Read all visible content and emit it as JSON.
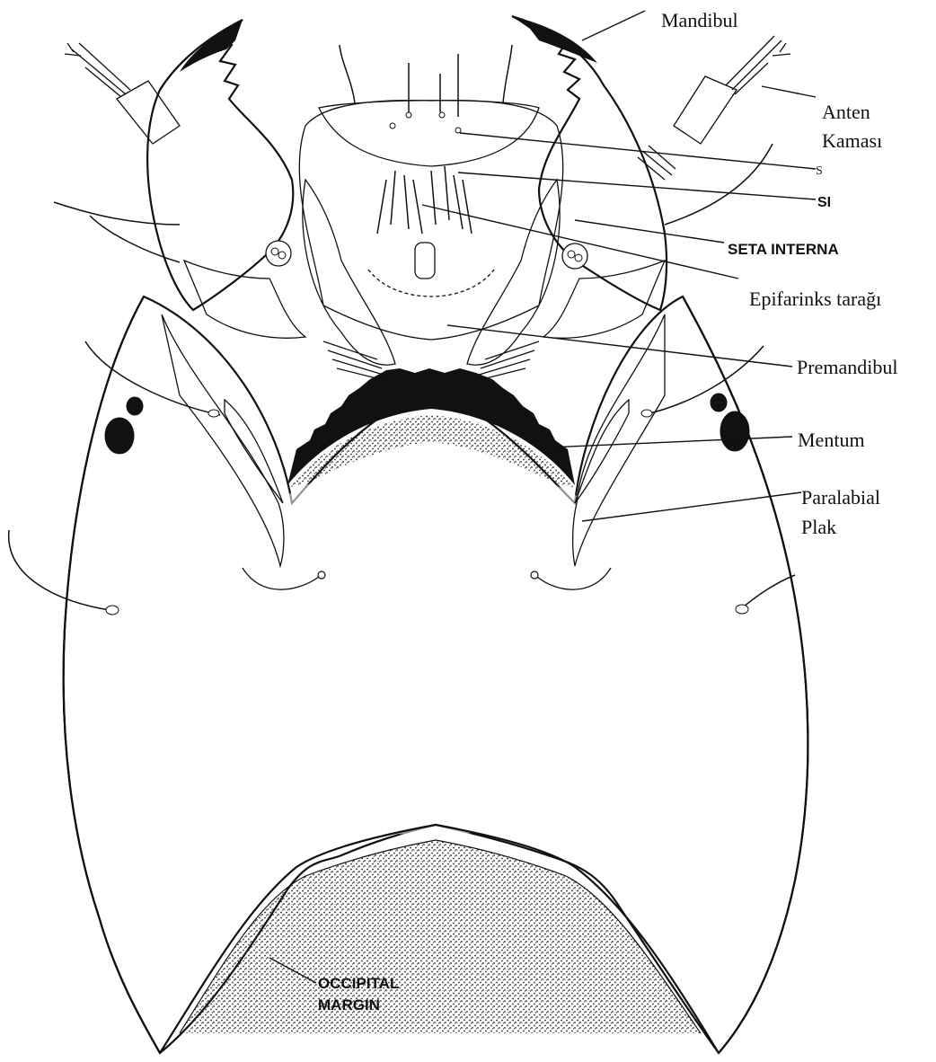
{
  "labels": {
    "mandibul": "Mandibul",
    "anten_1": "Anten",
    "anten_2": "Kaması",
    "s_mark": "S",
    "si": "SI",
    "seta_interna": "SETA INTERNA",
    "epifarinks": "Epifarinks tarağı",
    "premandibul": "Premandibul",
    "mentum": "Mentum",
    "paralabial_1": "Paralabial",
    "paralabial_2": "Plak",
    "occipital_1": "OCCIPITAL",
    "occipital_2": "MARGIN"
  },
  "colors": {
    "ink": "#111111",
    "paper": "#ffffff",
    "stipple": "#222222"
  }
}
